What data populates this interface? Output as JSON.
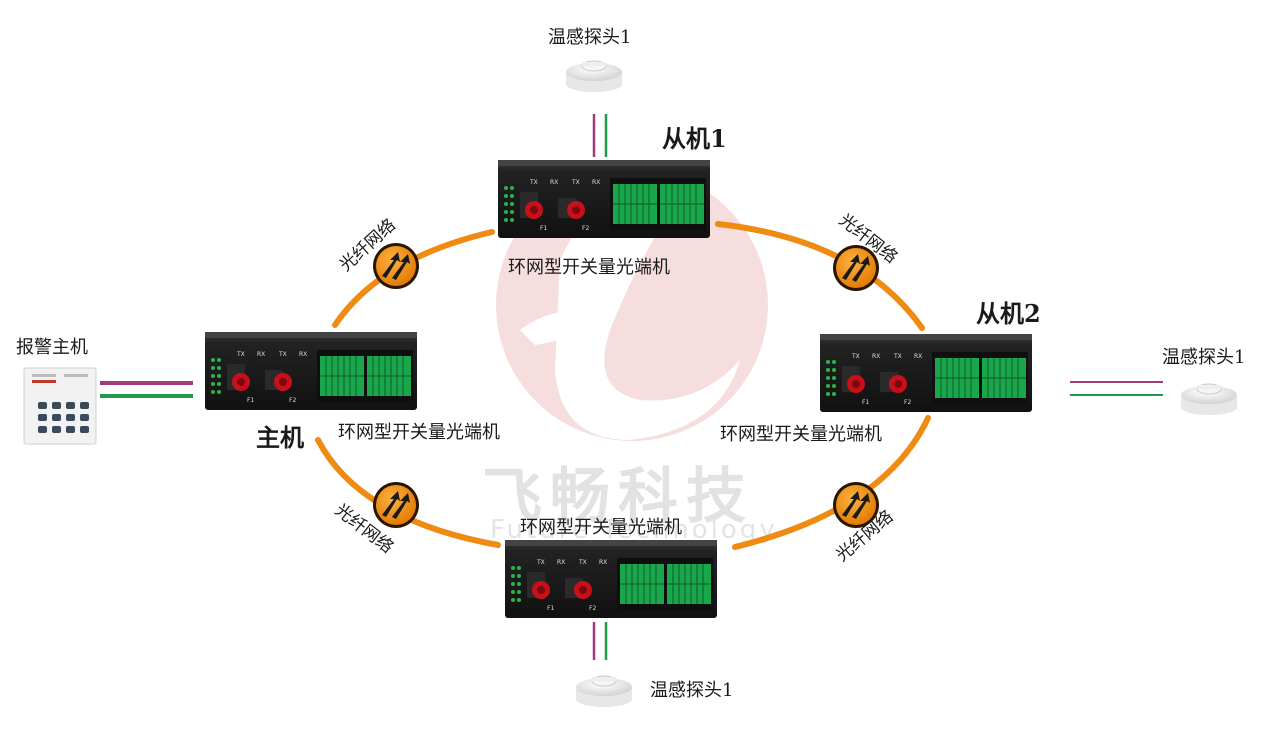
{
  "watermark": {
    "cn": "飞畅科技",
    "en": "Future Technology",
    "color": "#f3d6d6"
  },
  "colors": {
    "ring": "#ef8a12",
    "line_purple": "#a23a7e",
    "line_green": "#1f9a4a",
    "port_red": "#c8101a",
    "terminal_green": "#1aa64b",
    "device_body": "#1e1e1e"
  },
  "labels": {
    "slave1": "从机1",
    "slave2": "从机2",
    "master": "主机",
    "alarm_host": "报警主机",
    "probe_top": "温感探头1",
    "probe_right": "温感探头1",
    "probe_bottom": "温感探头1",
    "device_top": "环网型开关量光端机",
    "device_left": "环网型开关量光端机",
    "device_right": "环网型开关量光端机",
    "device_bottom": "环网型开关量光端机",
    "fiber_tl": "光纤网络",
    "fiber_tr": "光纤网络",
    "fiber_bl": "光纤网络",
    "fiber_br": "光纤网络"
  },
  "device_panel": {
    "tx": "TX",
    "rx": "RX",
    "f1": "F1",
    "f2": "F2"
  },
  "icons": {
    "fiber_badge": "double-arrow-icon",
    "probe": "smoke-detector-icon",
    "alarm_keypad": "keypad-icon"
  }
}
